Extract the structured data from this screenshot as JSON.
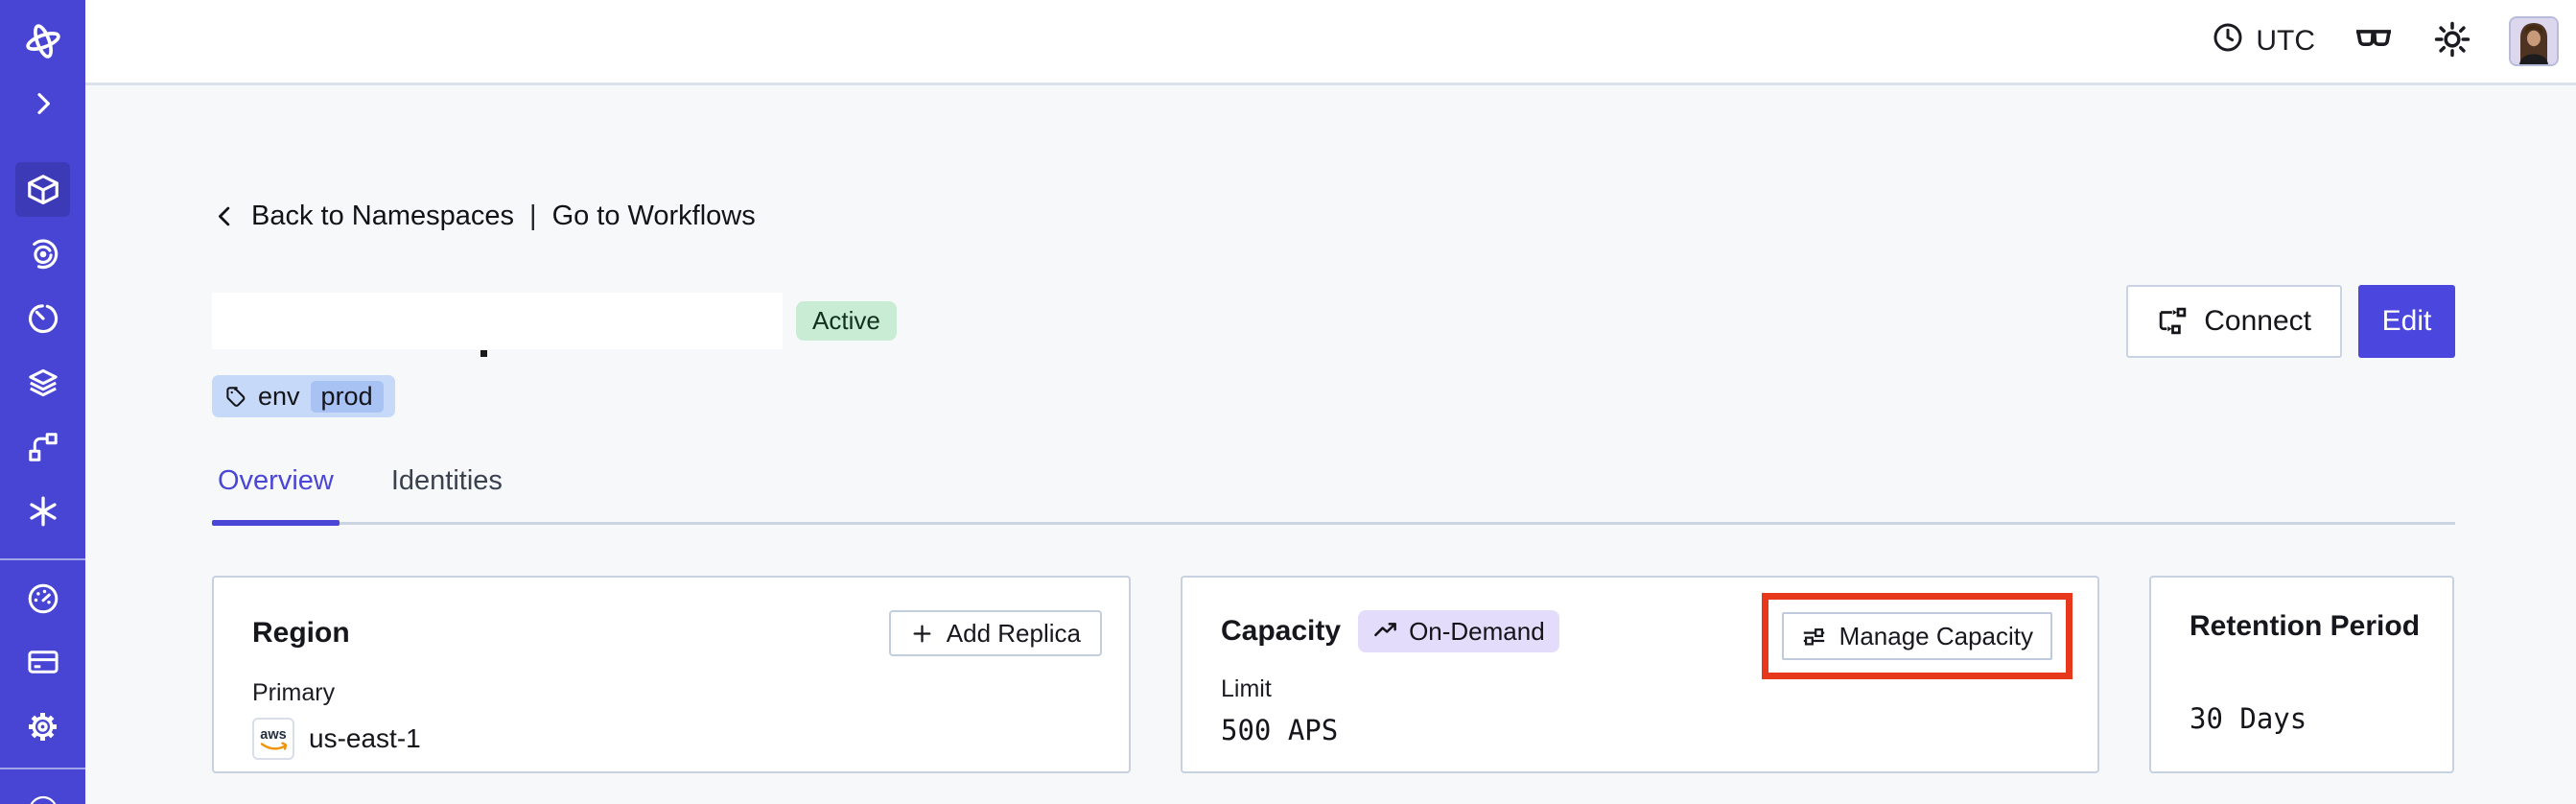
{
  "topbar": {
    "timezone_label": "UTC"
  },
  "sidebar": {
    "active_item": "namespaces",
    "items": [
      "temporal-logo",
      "expand-chevron",
      "namespaces",
      "workflows",
      "schedules",
      "deployments",
      "batch-operations",
      "nexus",
      "usage",
      "billing",
      "settings",
      "profile-partial"
    ]
  },
  "breadcrumb": {
    "back_label": "Back to Namespaces",
    "separator": "|",
    "forward_label": "Go to Workflows"
  },
  "namespace_header": {
    "name_redacted": "",
    "status_badge": "Active",
    "tag": {
      "key": "env",
      "value": "prod"
    },
    "connect_button": "Connect",
    "edit_button": "Edit"
  },
  "tabs": [
    {
      "label": "Overview",
      "active": true
    },
    {
      "label": "Identities",
      "active": false
    }
  ],
  "cards": {
    "region": {
      "title": "Region",
      "add_replica_button": "Add Replica",
      "row_label": "Primary",
      "provider": "aws",
      "value": "us-east-1"
    },
    "capacity": {
      "title": "Capacity",
      "badge": "On-Demand",
      "manage_button": "Manage Capacity",
      "row_label": "Limit",
      "value": "500 APS"
    },
    "retention": {
      "title": "Retention Period",
      "value": "30 Days"
    }
  },
  "icons": {
    "topbar": [
      "clock-icon",
      "glasses-icon",
      "sun-icon",
      "avatar"
    ],
    "buttons": {
      "connect": "flow-arrows-icon",
      "add_replica": "plus-icon",
      "manage_capacity": "sliders-icon",
      "on_demand": "trending-up-icon",
      "tag": "tag-icon",
      "breadcrumb": "chevron-left-icon"
    }
  },
  "colors": {
    "sidebar": "#4845d4",
    "sidebar_active": "#3d3ab8",
    "accent": "#4a46de",
    "highlight_ring": "#e8381c",
    "status_active_bg": "#c9ecd4",
    "tag_bg": "#c7d9f8",
    "tag_value_bg": "#a7c2f3",
    "ondemand_bg": "#e3dcfa",
    "aws_orange": "#ef940c",
    "background": "#f7f8fa",
    "card_border": "#c7d1e0"
  }
}
